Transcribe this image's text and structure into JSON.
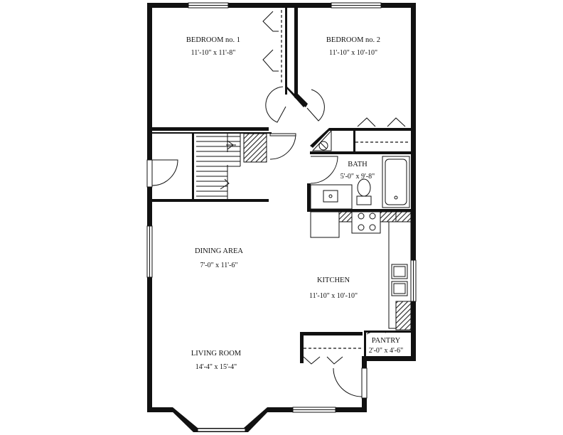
{
  "rooms": {
    "bedroom1": {
      "name": "BEDROOM no. 1",
      "size": "11'-10\" x 11'-8\""
    },
    "bedroom2": {
      "name": "BEDROOM no. 2",
      "size": "11'-10\" x 10'-10\""
    },
    "bath": {
      "name": "BATH",
      "size": "5'-0\" x 9'-8\""
    },
    "dining": {
      "name": "DINING AREA",
      "size": "7'-0\" x 11'-6\""
    },
    "kitchen": {
      "name": "KITCHEN",
      "size": "11'-10\" x 10'-10\""
    },
    "pantry": {
      "name": "PANTRY",
      "size": "2'-0\" x 4'-6\""
    },
    "living": {
      "name": "LIVING ROOM",
      "size": "14'-4\" x 15'-4\""
    }
  }
}
